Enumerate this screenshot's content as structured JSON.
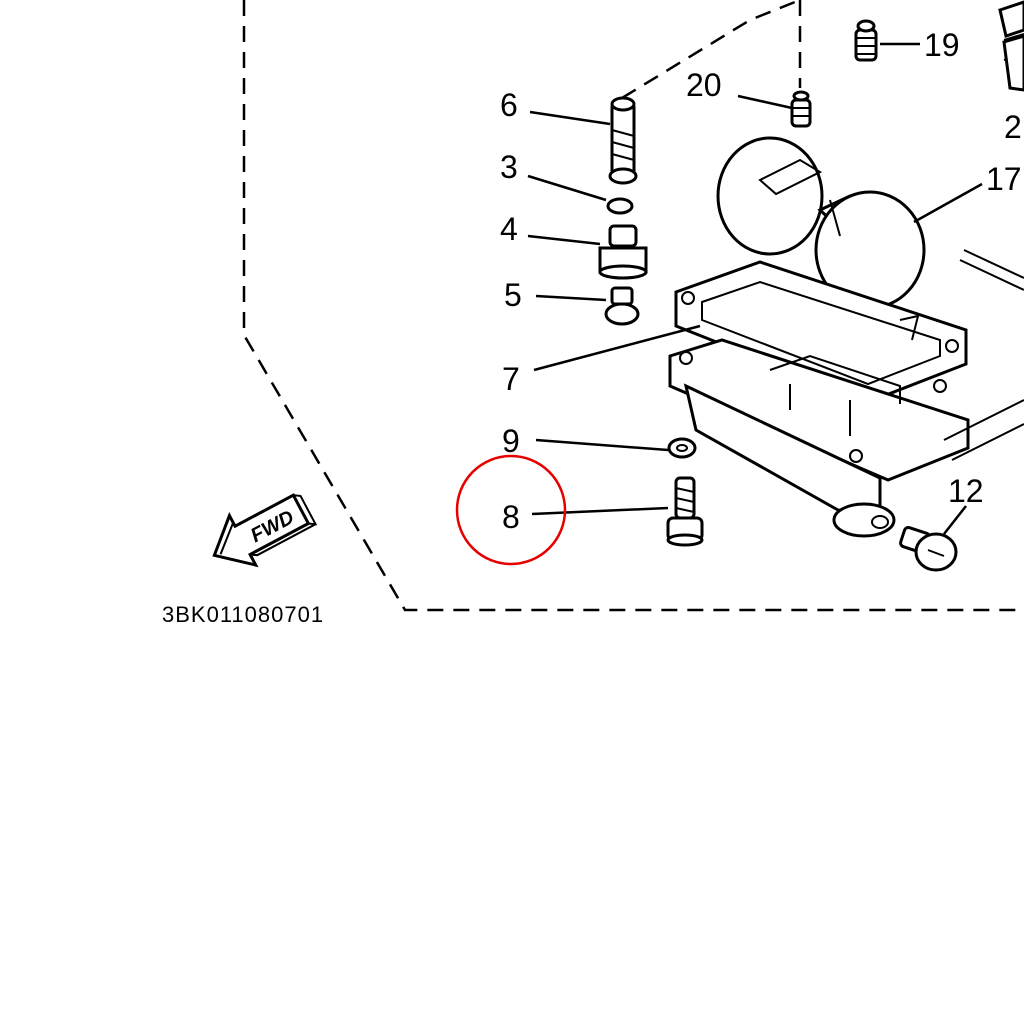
{
  "callouts": {
    "c6": "6",
    "c3": "3",
    "c4": "4",
    "c5": "5",
    "c7": "7",
    "c9": "9",
    "c8": "8",
    "c12": "12",
    "c17": "17",
    "c19": "19",
    "c20": "20",
    "c2": "2"
  },
  "direction_arrow": {
    "label": "FWD"
  },
  "diagram_code": "3BK011080701",
  "highlight": {
    "target": "8",
    "color": "#e60000"
  }
}
